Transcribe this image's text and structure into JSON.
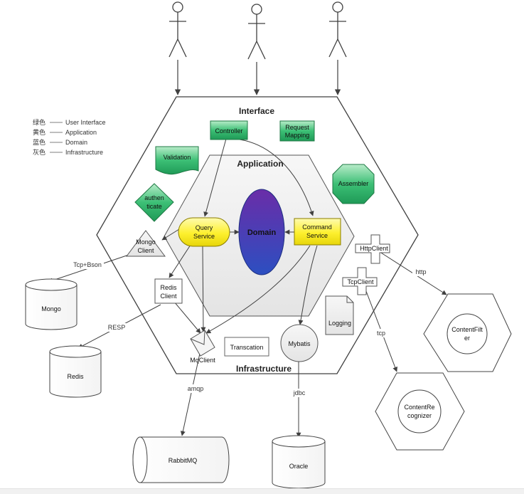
{
  "legend": [
    {
      "color_name": "绿色",
      "label": "User Interface"
    },
    {
      "color_name": "黄色",
      "label": "Application"
    },
    {
      "color_name": "蓝色",
      "label": "Domain"
    },
    {
      "color_name": "灰色",
      "label": "Infrastructure"
    }
  ],
  "layers": {
    "interface": "Interface",
    "application": "Application",
    "infrastructure": "Infrastructure"
  },
  "nodes": {
    "controller": "Controller",
    "request_mapping": [
      "Request",
      "Mapping"
    ],
    "validation": "Validation",
    "assembler": "Assembler",
    "authenticate": [
      "authen",
      "ticate"
    ],
    "query_service": [
      "Query",
      "Service"
    ],
    "command_service": [
      "Command",
      "Service"
    ],
    "domain": "Domain",
    "mongo_client": [
      "Mongo",
      "Client"
    ],
    "redis_client": [
      "Redis",
      "Client"
    ],
    "mq_client": "MqClient",
    "transcation": "Transcation",
    "mybatis": "Mybatis",
    "logging": "Logging",
    "http_client": "HttpClient",
    "tcp_client": "TcpClient"
  },
  "external": {
    "mongo": "Mongo",
    "redis": "Redis",
    "rabbitmq": "RabbitMQ",
    "oracle": "Oracle",
    "content_filter": [
      "ContentFilt",
      "er"
    ],
    "content_recognizer": [
      "ContentRe",
      "cognizer"
    ]
  },
  "edge_labels": {
    "tcp_bson": "Tcp+Bson",
    "resp": "RESP",
    "amqp": "amqp",
    "jdbc": "jdbc",
    "http": "http",
    "tcp": "tcp"
  },
  "colors": {
    "green_fill": "#2fae6a",
    "yellow_fill": "#fdf02e",
    "domain_blue": "#2c4fc1",
    "domain_purple": "#6a2da8",
    "gray_fill": "#ededed",
    "line": "#404040"
  }
}
